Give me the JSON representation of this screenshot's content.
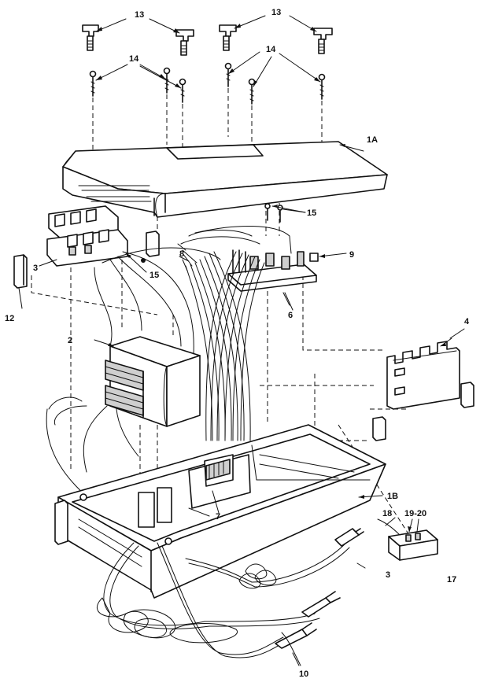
{
  "callouts": {
    "c13a": "13",
    "c13b": "13",
    "c14a": "14",
    "c14b": "14",
    "c1a": "1A",
    "c15a": "15",
    "c15b": "15",
    "c3a": "3",
    "c8": "8",
    "c9": "9",
    "c6": "6",
    "c12": "12",
    "c4": "4",
    "c2": "2",
    "c1b": "1B",
    "c7": "7",
    "c18": "18",
    "c1920": "19-20",
    "c3b": "3",
    "c17": "17",
    "c10": "10"
  },
  "colors": {
    "ink": "#111111",
    "paper": "#ffffff",
    "shade": "#cfcfcf"
  }
}
